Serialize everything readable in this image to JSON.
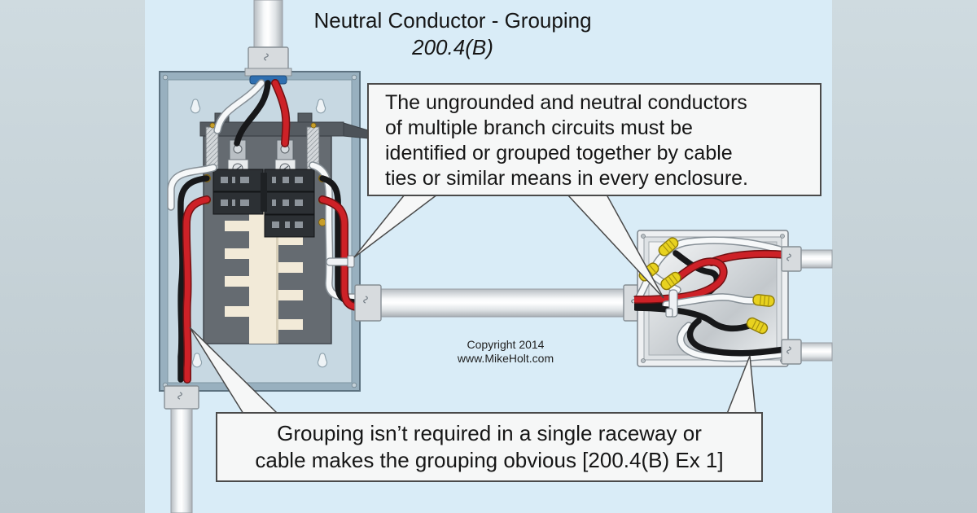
{
  "title": {
    "line1": "Neutral Conductor - Grouping",
    "line2": "200.4(B)"
  },
  "callouts": {
    "grouping_rule": {
      "lines": [
        "The ungrounded and neutral conductors",
        "of multiple branch circuits must be",
        "identified or grouped together by cable",
        "ties or similar means in every enclosure."
      ]
    },
    "exception": {
      "lines": [
        "Grouping isn’t required in a single raceway or",
        "cable makes the grouping obvious [200.4(B) Ex 1]"
      ]
    }
  },
  "copyright": {
    "line1": "Copyright 2014",
    "line2": "www.MikeHolt.com"
  },
  "colors": {
    "background": "#d9ecf7",
    "side_band": "#c6d2d8",
    "enclosure_frame": "#98b0bf",
    "enclosure_interior": "#c7d8e2",
    "panel_interior_gray": "#656b71",
    "breaker_dark": "#2c3034",
    "busbar_cream": "#f2ead8",
    "wire_black": "#17181a",
    "wire_red": "#cd2127",
    "wire_white": "#f6f8f9",
    "wire_nut_yellow": "#e8d21f",
    "conduit_fill": "#eef1f2",
    "callout_fill": "#f6f7f7",
    "callout_border": "#4a4a4a",
    "bushing_blue": "#2f6fb0"
  }
}
